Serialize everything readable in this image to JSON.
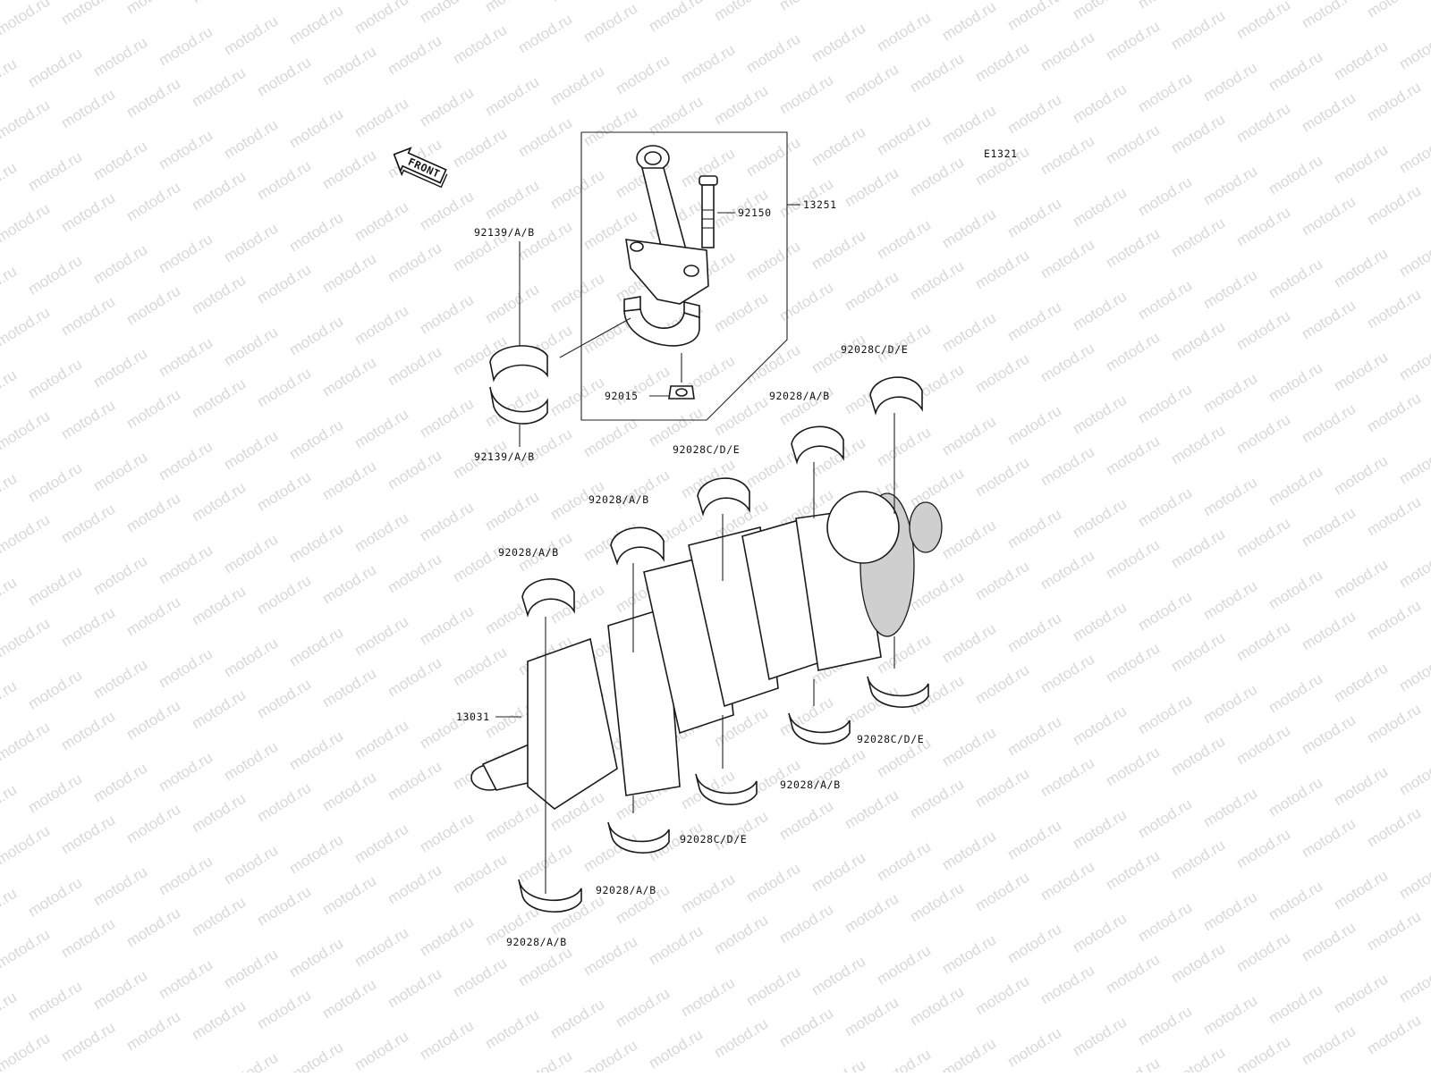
{
  "watermark": "motod.ru",
  "figure_code": "E1321",
  "front_label": "FRONT",
  "labels": {
    "conrod_assy": "13251",
    "conrod_bolt": "92150",
    "conrod_bearing_upper": "92139/A/B",
    "conrod_bearing_lower": "92139/A/B",
    "conrod_nut": "92015",
    "crankshaft": "13031",
    "main_bearing_1": "92028/A/B",
    "main_bearing_2": "92028/A/B",
    "main_bearing_3": "92028C/D/E",
    "main_bearing_4": "92028/A/B",
    "main_bearing_5": "92028C/D/E",
    "main_bearing_6": "92028/A/B",
    "main_bearing_7": "92028/A/B",
    "main_bearing_8": "92028C/D/E",
    "main_bearing_9": "92028/A/B",
    "main_bearing_10": "92028C/D/E"
  }
}
